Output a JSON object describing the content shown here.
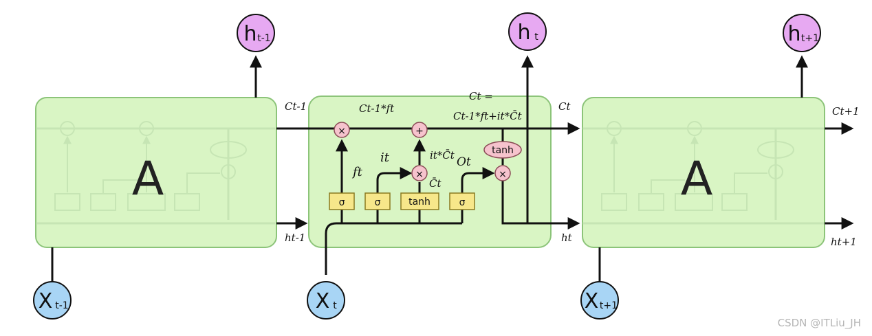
{
  "cells": {
    "left_label": "A",
    "right_label": "A"
  },
  "outputs": {
    "h_prev": {
      "main": "h",
      "sub": "t-1"
    },
    "h_curr": {
      "main": "h",
      "sub": "t"
    },
    "h_next": {
      "main": "h",
      "sub": "t+1"
    }
  },
  "inputs": {
    "x_prev": {
      "main": "X",
      "sub": "t-1"
    },
    "x_curr": {
      "main": "X",
      "sub": "t"
    },
    "x_next": {
      "main": "X",
      "sub": "t+1"
    }
  },
  "gates": {
    "sigma": "σ",
    "tanh": "tanh",
    "times": "×",
    "plus": "+"
  },
  "annotations": {
    "c_prev": "Ct-1",
    "h_prev": "ht-1",
    "c_curr": "Ct",
    "h_curr": "ht",
    "c_next": "Ct+1",
    "h_next": "ht+1",
    "forget_product": "Ct-1*ft",
    "ct_equals": "Ct  =",
    "ct_formula": "Ct-1*ft+it*C̄t",
    "ft": "ft",
    "it": "it",
    "it_ct": "it*C̄t",
    "ct_bar": "C̄t",
    "ot": "Ot"
  },
  "watermark": "CSDN @ITLiu_JH",
  "colors": {
    "cell_fill": "#d9f5c4",
    "cell_stroke": "#8cc479",
    "output_circle": "#e7a9f2",
    "input_circle": "#a8d5f5",
    "gate_fill": "#f7e78a",
    "op_fill": "#f6c3cd"
  }
}
